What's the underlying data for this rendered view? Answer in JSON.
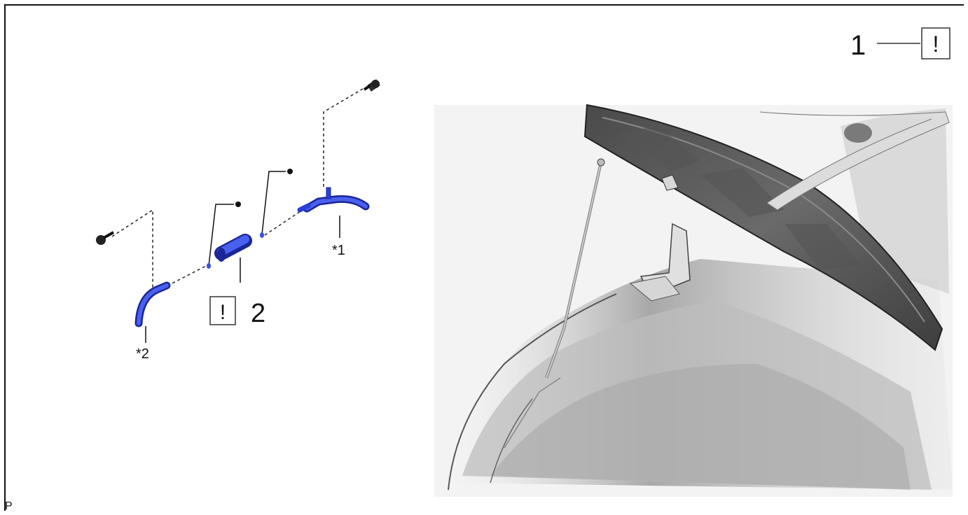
{
  "legend": {
    "number": "1",
    "symbol": "!"
  },
  "callouts": {
    "part_2_number": "2",
    "part_2_symbol": "!",
    "hose_1": "*1",
    "hose_2": "*2"
  },
  "footer": {
    "code": "P"
  },
  "colors": {
    "hose_blue": "#2a3fd6",
    "hose_dark": "#1a2598",
    "line": "#111111",
    "panel_gray": "#6f6f6f"
  }
}
